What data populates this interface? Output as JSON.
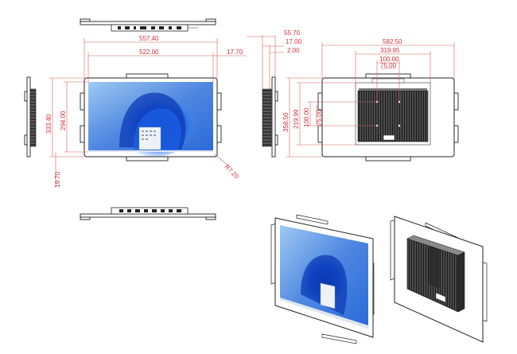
{
  "drawing": {
    "top_view": {
      "dims": []
    },
    "front_view": {
      "dims": {
        "overall_width": "557.40",
        "screen_width": "522.00",
        "right_bezel": "17.70",
        "overall_height": "333.40",
        "screen_height": "294.00",
        "bottom_offset": "19.70",
        "corner_radius": "R7.20"
      }
    },
    "side_view": {
      "dims": {
        "total_depth": "55.70",
        "bracket_depth": "17.00",
        "panel_offset": "2.00"
      }
    },
    "rear_view": {
      "dims": {
        "overall_width": "582.50",
        "mount_width": "319.95",
        "vesa_100_h": "100.00",
        "vesa_75_h": "75.00",
        "overall_height": "358.50",
        "mount_height": "219.99",
        "vesa_100_v": "100.00",
        "vesa_75_v": "75.00"
      }
    },
    "colors": {
      "dimension": "#d0303a",
      "outline": "#222222",
      "screen_blue": "#1b4fc9",
      "heatsink": "#3a3a3a"
    }
  }
}
